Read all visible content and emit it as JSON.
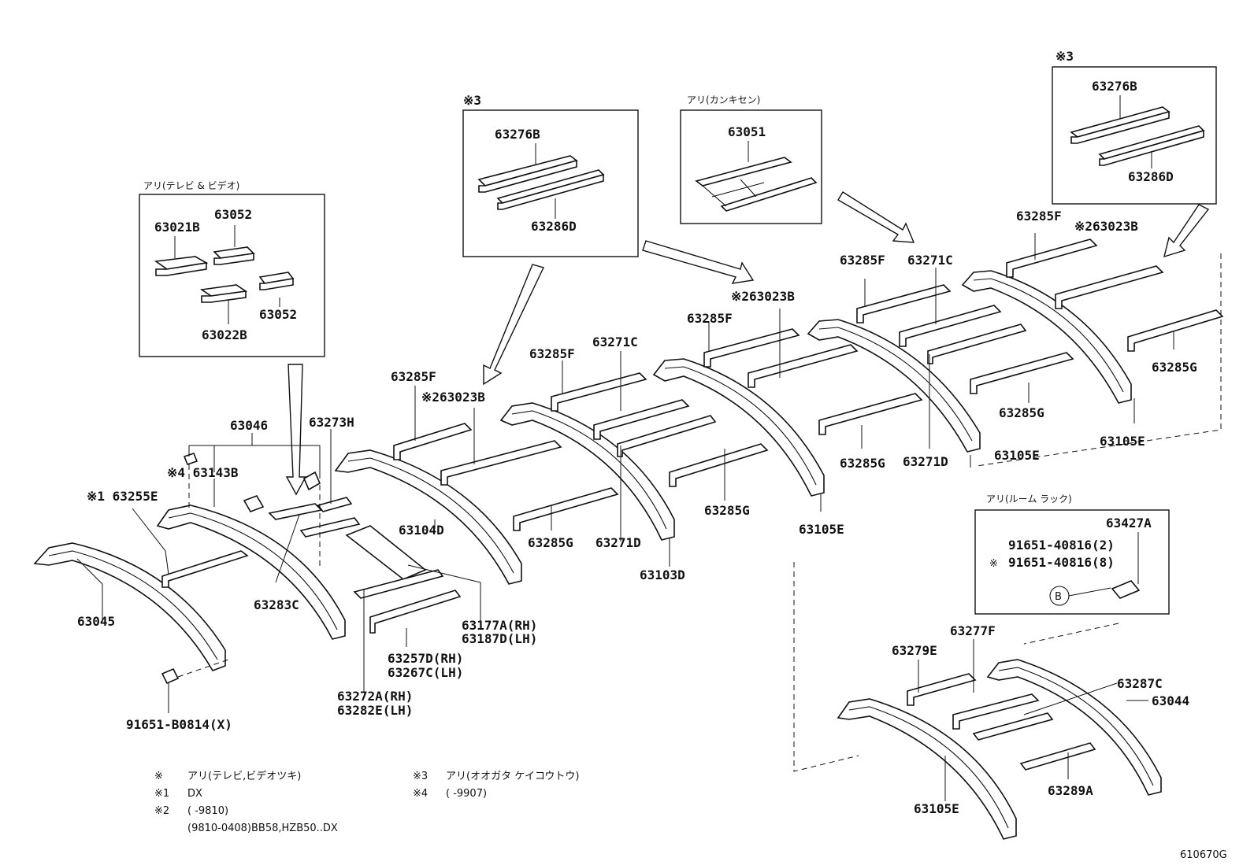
{
  "diagram_id": "610670G",
  "boxes": {
    "tv_video": {
      "caption": "アリ(テレビ & ビデオ)",
      "parts": [
        "63021B",
        "63052",
        "63052",
        "63022B"
      ]
    },
    "roof_rack_left": {
      "caption": "※3",
      "parts": [
        "63276B",
        "63286D"
      ]
    },
    "ventilator": {
      "caption": "アリ(カンキセン)",
      "parts": [
        "63051"
      ]
    },
    "roof_rack_right": {
      "caption": "※3",
      "parts": [
        "63276B",
        "63286D"
      ]
    },
    "roof_rack_option": {
      "caption": "アリ(ルーム ラック)",
      "parts": [
        "63427A",
        "91651-40816(2)",
        "91651-40816(8)"
      ],
      "mark_asterisk": "※",
      "ref_letter": "B"
    }
  },
  "labels": [
    {
      "key": "l_63046",
      "text": "63046"
    },
    {
      "key": "l_63273H",
      "text": "63273H"
    },
    {
      "key": "l_63143B",
      "text": "※4 63143B"
    },
    {
      "key": "l_63255E",
      "text": "※1 63255E"
    },
    {
      "key": "l_63045",
      "text": "63045"
    },
    {
      "key": "l_63283C",
      "text": "63283C"
    },
    {
      "key": "l_91651B",
      "text": "91651-B0814(X)"
    },
    {
      "key": "l_63177A",
      "text": "63177A(RH)"
    },
    {
      "key": "l_63187D",
      "text": "63187D(LH)"
    },
    {
      "key": "l_63257D",
      "text": "63257D(RH)"
    },
    {
      "key": "l_63267C",
      "text": "63267C(LH)"
    },
    {
      "key": "l_63272A",
      "text": "63272A(RH)"
    },
    {
      "key": "l_63282E",
      "text": "63282E(LH)"
    },
    {
      "key": "l_63285F_1",
      "text": "63285F"
    },
    {
      "key": "l_63023B_1",
      "text": "※263023B"
    },
    {
      "key": "l_63104D",
      "text": "63104D"
    },
    {
      "key": "l_63285G_1",
      "text": "63285G"
    },
    {
      "key": "l_63285F_2",
      "text": "63285F"
    },
    {
      "key": "l_63271C_1",
      "text": "63271C"
    },
    {
      "key": "l_63271D_1",
      "text": "63271D"
    },
    {
      "key": "l_63103D",
      "text": "63103D"
    },
    {
      "key": "l_63285F_3",
      "text": "63285F"
    },
    {
      "key": "l_63023B_2",
      "text": "※263023B"
    },
    {
      "key": "l_63285G_2",
      "text": "63285G"
    },
    {
      "key": "l_63105E_1",
      "text": "63105E"
    },
    {
      "key": "l_63285F_4",
      "text": "63285F"
    },
    {
      "key": "l_63271C_2",
      "text": "63271C"
    },
    {
      "key": "l_63285G_3",
      "text": "63285G"
    },
    {
      "key": "l_63271D_2",
      "text": "63271D"
    },
    {
      "key": "l_63105E_2",
      "text": "63105E"
    },
    {
      "key": "l_63285F_5",
      "text": "63285F"
    },
    {
      "key": "l_63023B_3",
      "text": "※263023B"
    },
    {
      "key": "l_63285G_4",
      "text": "63285G"
    },
    {
      "key": "l_63285G_5",
      "text": "63285G"
    },
    {
      "key": "l_63105E_3",
      "text": "63105E"
    },
    {
      "key": "l_63277F",
      "text": "63277F"
    },
    {
      "key": "l_63279E",
      "text": "63279E"
    },
    {
      "key": "l_63287C",
      "text": "63287C"
    },
    {
      "key": "l_63044",
      "text": "63044"
    },
    {
      "key": "l_63289A",
      "text": "63289A"
    },
    {
      "key": "l_63105E_4",
      "text": "63105E"
    }
  ],
  "legend": [
    {
      "mark": "※",
      "text": "アリ(テレビ,ビデオツキ)"
    },
    {
      "mark": "※1",
      "text": "DX"
    },
    {
      "mark": "※2",
      "text": "(      -9810)"
    },
    {
      "mark": "",
      "text": "(9810-0408)BB58,HZB50..DX"
    },
    {
      "mark": "※3",
      "text": "アリ(オオガタ ケイコウトウ)"
    },
    {
      "mark": "※4",
      "text": "(      -9907)"
    }
  ]
}
